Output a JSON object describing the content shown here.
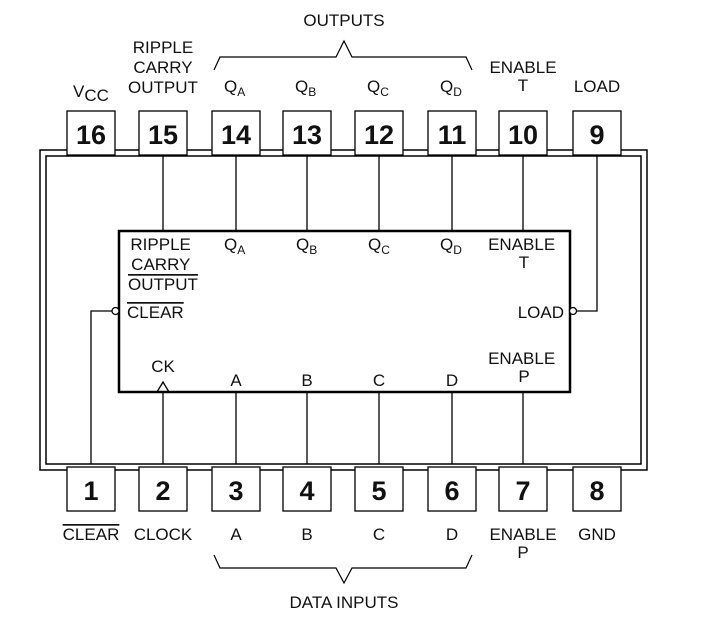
{
  "group_labels": {
    "outputs": "OUTPUTS",
    "data_inputs": "DATA INPUTS"
  },
  "top_pins": [
    {
      "num": "16",
      "label": [
        "V",
        "CC"
      ]
    },
    {
      "num": "15",
      "label": [
        "RIPPLE",
        "CARRY",
        "OUTPUT"
      ]
    },
    {
      "num": "14",
      "label": [
        "Q",
        "A"
      ]
    },
    {
      "num": "13",
      "label": [
        "Q",
        "B"
      ]
    },
    {
      "num": "12",
      "label": [
        "Q",
        "C"
      ]
    },
    {
      "num": "11",
      "label": [
        "Q",
        "D"
      ]
    },
    {
      "num": "10",
      "label": [
        "ENABLE",
        "T"
      ]
    },
    {
      "num": "9",
      "label": [
        "LOAD"
      ]
    }
  ],
  "bottom_pins": [
    {
      "num": "1",
      "label": [
        "CLEAR"
      ]
    },
    {
      "num": "2",
      "label": [
        "CLOCK"
      ]
    },
    {
      "num": "3",
      "label": [
        "A"
      ]
    },
    {
      "num": "4",
      "label": [
        "B"
      ]
    },
    {
      "num": "5",
      "label": [
        "C"
      ]
    },
    {
      "num": "6",
      "label": [
        "D"
      ]
    },
    {
      "num": "7",
      "label": [
        "ENABLE",
        "P"
      ]
    },
    {
      "num": "8",
      "label": [
        "GND"
      ]
    }
  ],
  "inner_block": {
    "ripple_carry_output": [
      "RIPPLE",
      "CARRY",
      "OUTPUT"
    ],
    "qa": [
      "Q",
      "A"
    ],
    "qb": [
      "Q",
      "B"
    ],
    "qc": [
      "Q",
      "C"
    ],
    "qd": [
      "Q",
      "D"
    ],
    "enable_t": [
      "ENABLE",
      "T"
    ],
    "clear": "CLEAR",
    "load": "LOAD",
    "ck": "CK",
    "a": "A",
    "b": "B",
    "c": "C",
    "d": "D",
    "enable_p": [
      "ENABLE",
      "P"
    ]
  }
}
